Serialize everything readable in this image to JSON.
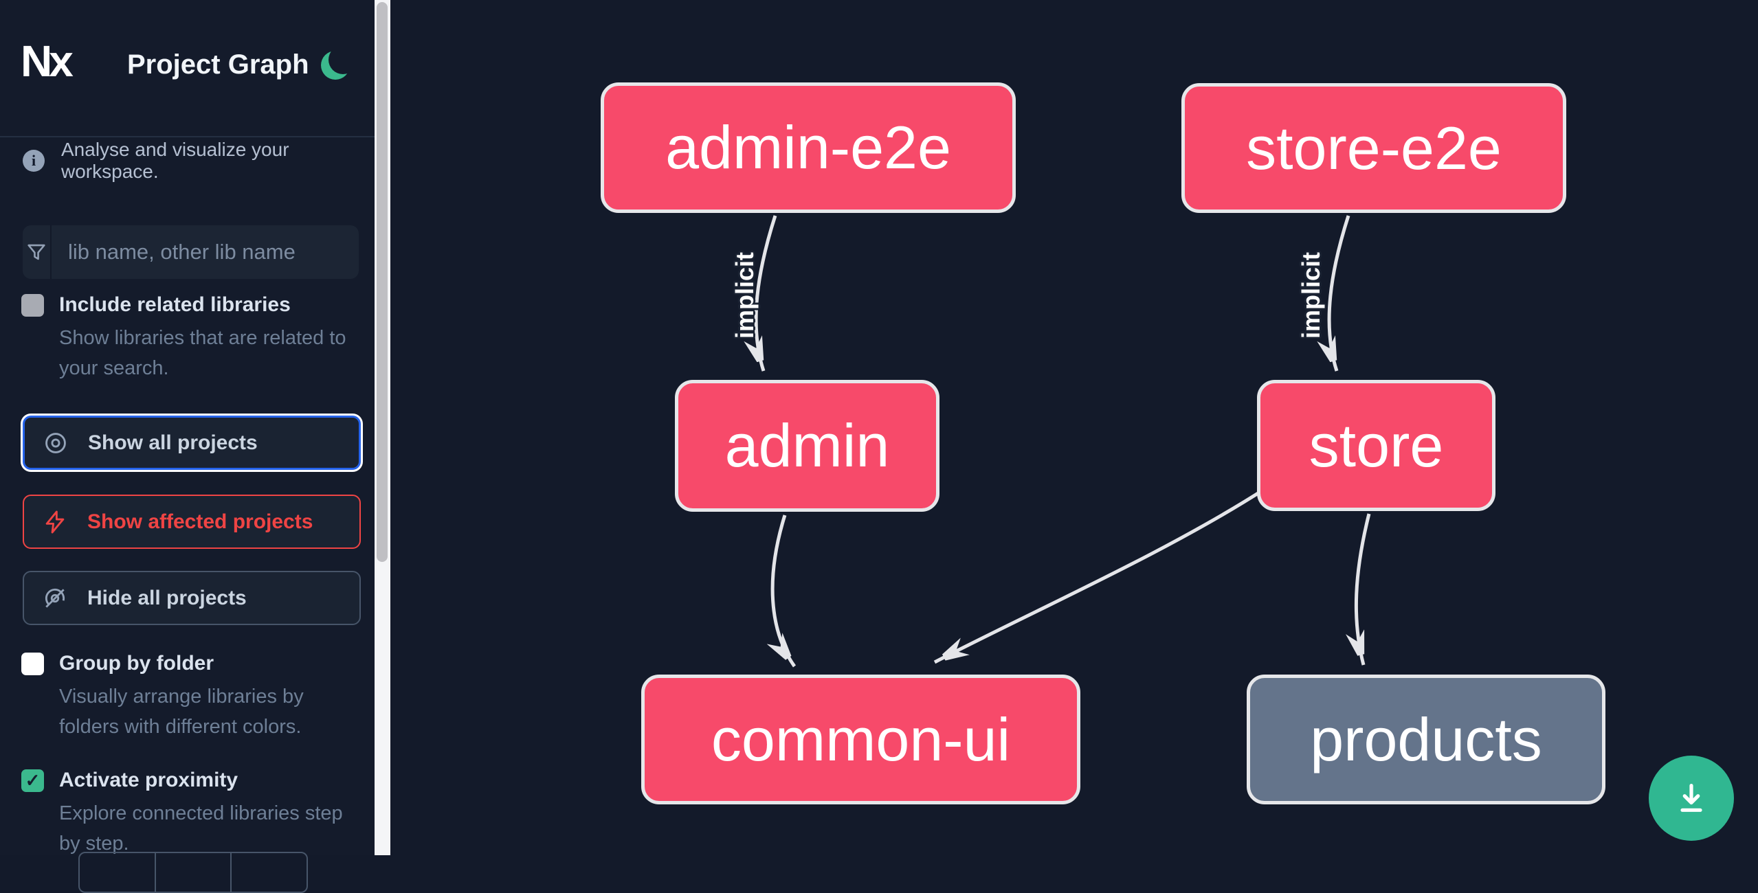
{
  "app": {
    "logo_text": "Nx",
    "title": "Project Graph",
    "theme_toggle": "moon-icon"
  },
  "sidebar": {
    "info": {
      "text": "Analyse and visualize your workspace."
    },
    "search": {
      "placeholder": "lib name, other lib name",
      "value": ""
    },
    "toggles": [
      {
        "label": "Include related libraries",
        "description": "Show libraries that are related to your search.",
        "checked": false
      },
      {
        "label": "Group by folder",
        "description": "Visually arrange libraries by folders with different colors.",
        "checked": false
      },
      {
        "label": "Activate proximity",
        "description": "Explore connected libraries step by step.",
        "checked": true,
        "check_glyph": "✓"
      }
    ],
    "buttons": [
      {
        "label": "Show all projects",
        "icon": "eye-icon",
        "state": "focused"
      },
      {
        "label": "Show affected projects",
        "icon": "bolt-icon",
        "variant": "affected"
      },
      {
        "label": "Hide all projects",
        "icon": "eye-off-icon"
      }
    ]
  },
  "graph": {
    "nodes": [
      {
        "id": "admin-e2e",
        "label": "admin-e2e",
        "type": "affected"
      },
      {
        "id": "store-e2e",
        "label": "store-e2e",
        "type": "affected"
      },
      {
        "id": "admin",
        "label": "admin",
        "type": "affected"
      },
      {
        "id": "store",
        "label": "store",
        "type": "affected"
      },
      {
        "id": "common-ui",
        "label": "common-ui",
        "type": "affected"
      },
      {
        "id": "products",
        "label": "products",
        "type": "regular"
      }
    ],
    "edges": [
      {
        "source": "admin-e2e",
        "target": "admin",
        "label": "implicit",
        "type": "implicit"
      },
      {
        "source": "store-e2e",
        "target": "store",
        "label": "implicit",
        "type": "implicit"
      },
      {
        "source": "admin",
        "target": "common-ui",
        "label": "",
        "type": "static"
      },
      {
        "source": "store",
        "target": "common-ui",
        "label": "",
        "type": "static"
      },
      {
        "source": "store",
        "target": "products",
        "label": "",
        "type": "static"
      }
    ]
  },
  "fab": {
    "icon": "download-icon"
  },
  "colors": {
    "background": "#131a2a",
    "node_affected": "#f74a6a",
    "node_regular": "#64748b",
    "node_border": "#e6e7ea",
    "edge": "#e4e5e9",
    "accent_green": "#35b990",
    "focus_blue": "#2563eb",
    "affected_red": "#ef4444"
  }
}
